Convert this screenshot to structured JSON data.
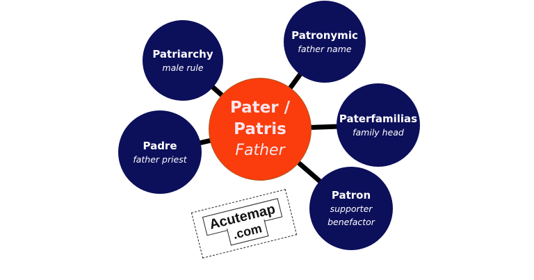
{
  "diagram": {
    "center": {
      "title": "Pater / Patris",
      "title_line1": "Pater /",
      "title_line2": "Patris",
      "subtitle": "Father",
      "color": "#fb3c0c"
    },
    "nodes": [
      {
        "id": "patriarchy",
        "title": "Patriarchy",
        "subtitle": "male rule"
      },
      {
        "id": "patronymic",
        "title": "Patronymic",
        "subtitle": "father name"
      },
      {
        "id": "paterfamilias",
        "title": "Paterfamilias",
        "subtitle": "family head"
      },
      {
        "id": "patron",
        "title": "Patron",
        "subtitle_line1": "supporter",
        "subtitle_line2": "benefactor"
      },
      {
        "id": "padre",
        "title": "Padre",
        "subtitle": "father priest"
      }
    ],
    "node_color": "#0c0f5a",
    "link_color": "#000000"
  },
  "watermark": {
    "line1": "Acutemap",
    "line2": ".com"
  }
}
